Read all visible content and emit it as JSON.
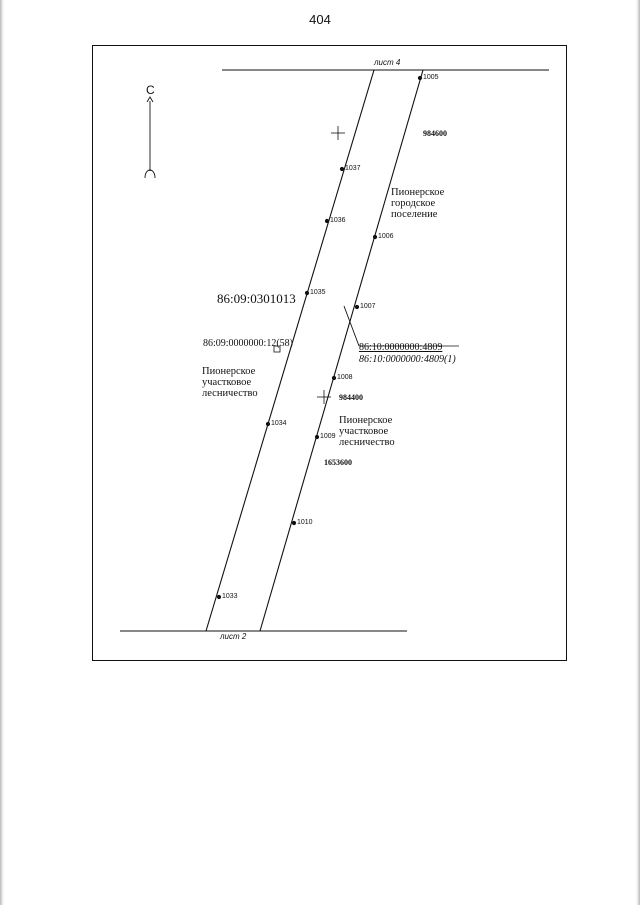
{
  "page": {
    "number": "404"
  },
  "map": {
    "north_label": "С",
    "sheet_top": "лист 4",
    "sheet_bottom": "лист 2",
    "left_boundary_points": [
      "1037",
      "1036",
      "1035",
      "1034",
      "1033"
    ],
    "right_boundary_points": [
      "1005",
      "1006",
      "1007",
      "1008",
      "1009",
      "1010"
    ],
    "grid_labels": {
      "x_upper": "984600",
      "x_lower": "984400",
      "y_value": "1653600"
    },
    "areas": {
      "city_settlement": [
        "Пионерское",
        "городское",
        "поселение"
      ],
      "forestry_left": [
        "Пионерское",
        "участковое",
        "лесничество"
      ],
      "forestry_right": [
        "Пионерское",
        "участковое",
        "лесничество"
      ]
    },
    "parcels": {
      "quarter": "86:09:0301013",
      "left_parcel": "86:09:0000000:12(58)",
      "main_parcel": "86:10:0000000:4809",
      "main_parcel_part": "86:10:0000000:4809(1)"
    }
  }
}
